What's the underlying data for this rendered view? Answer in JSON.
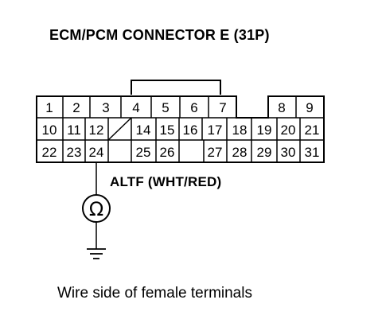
{
  "title": "ECM/PCM CONNECTOR E (31P)",
  "wire_label": "ALTF (WHT/RED)",
  "caption": "Wire side of female terminals",
  "meter_symbol": "Ω",
  "rows": [
    [
      "1",
      "2",
      "3",
      "4",
      "5",
      "6",
      "7",
      "",
      "8",
      "9"
    ],
    [
      "10",
      "11",
      "12",
      "",
      "14",
      "15",
      "16",
      "17",
      "18",
      "19",
      "20",
      "21"
    ],
    [
      "22",
      "23",
      "24",
      "",
      "25",
      "26",
      "",
      "27",
      "28",
      "29",
      "30",
      "31"
    ]
  ],
  "probe_terminal": "24"
}
